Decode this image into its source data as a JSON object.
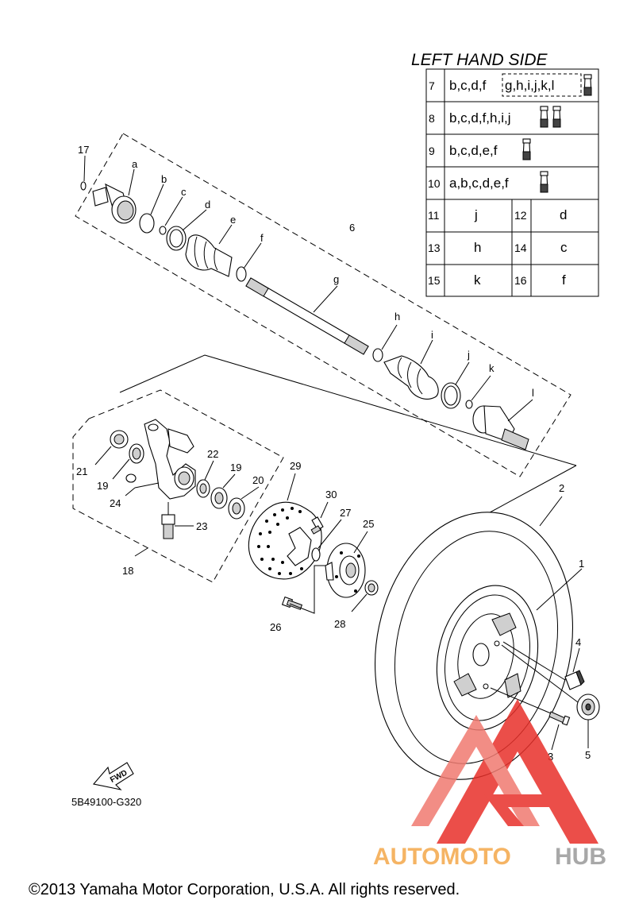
{
  "table": {
    "header": "LEFT HAND SIDE",
    "kit_rows": [
      {
        "num": "7",
        "parts": "b,c,d,f",
        "boxed": "g,h,i,j,k,l",
        "tubes": 1
      },
      {
        "num": "8",
        "parts": "b,c,d,f,h,i,j",
        "boxed": "",
        "tubes": 2
      },
      {
        "num": "9",
        "parts": "b,c,d,e,f",
        "boxed": "",
        "tubes": 1
      },
      {
        "num": "10",
        "parts": "a,b,c,d,e,f",
        "boxed": "",
        "tubes": 1
      }
    ],
    "pair_rows": [
      {
        "left_num": "11",
        "left_val": "j",
        "right_num": "12",
        "right_val": "d"
      },
      {
        "left_num": "13",
        "left_val": "h",
        "right_num": "14",
        "right_val": "c"
      },
      {
        "left_num": "15",
        "left_val": "k",
        "right_num": "16",
        "right_val": "f"
      }
    ]
  },
  "callouts": {
    "n1": "1",
    "n2": "2",
    "n3": "3",
    "n4": "4",
    "n5": "5",
    "n6": "6",
    "n17": "17",
    "n18": "18",
    "n19a": "19",
    "n19b": "19",
    "n20": "20",
    "n21": "21",
    "n22": "22",
    "n23": "23",
    "n24": "24",
    "n25": "25",
    "n26": "26",
    "n27": "27",
    "n28": "28",
    "n29": "29",
    "n30": "30",
    "la": "a",
    "lb": "b",
    "lc": "c",
    "ld": "d",
    "le": "e",
    "lf": "f",
    "lg": "g",
    "lh": "h",
    "li": "i",
    "lj": "j",
    "lk": "k",
    "ll": "l"
  },
  "fwd_label": "FWD",
  "diagram_code": "5B49100-G320",
  "watermark": {
    "part1": "AUTOMOTO",
    "part2": "HUB",
    "color1": "#f4a84a",
    "color2": "#9a9a9a",
    "logo_color": "#e8302a"
  },
  "copyright": "©2013 Yamaha Motor Corporation, U.S.A. All rights reserved."
}
